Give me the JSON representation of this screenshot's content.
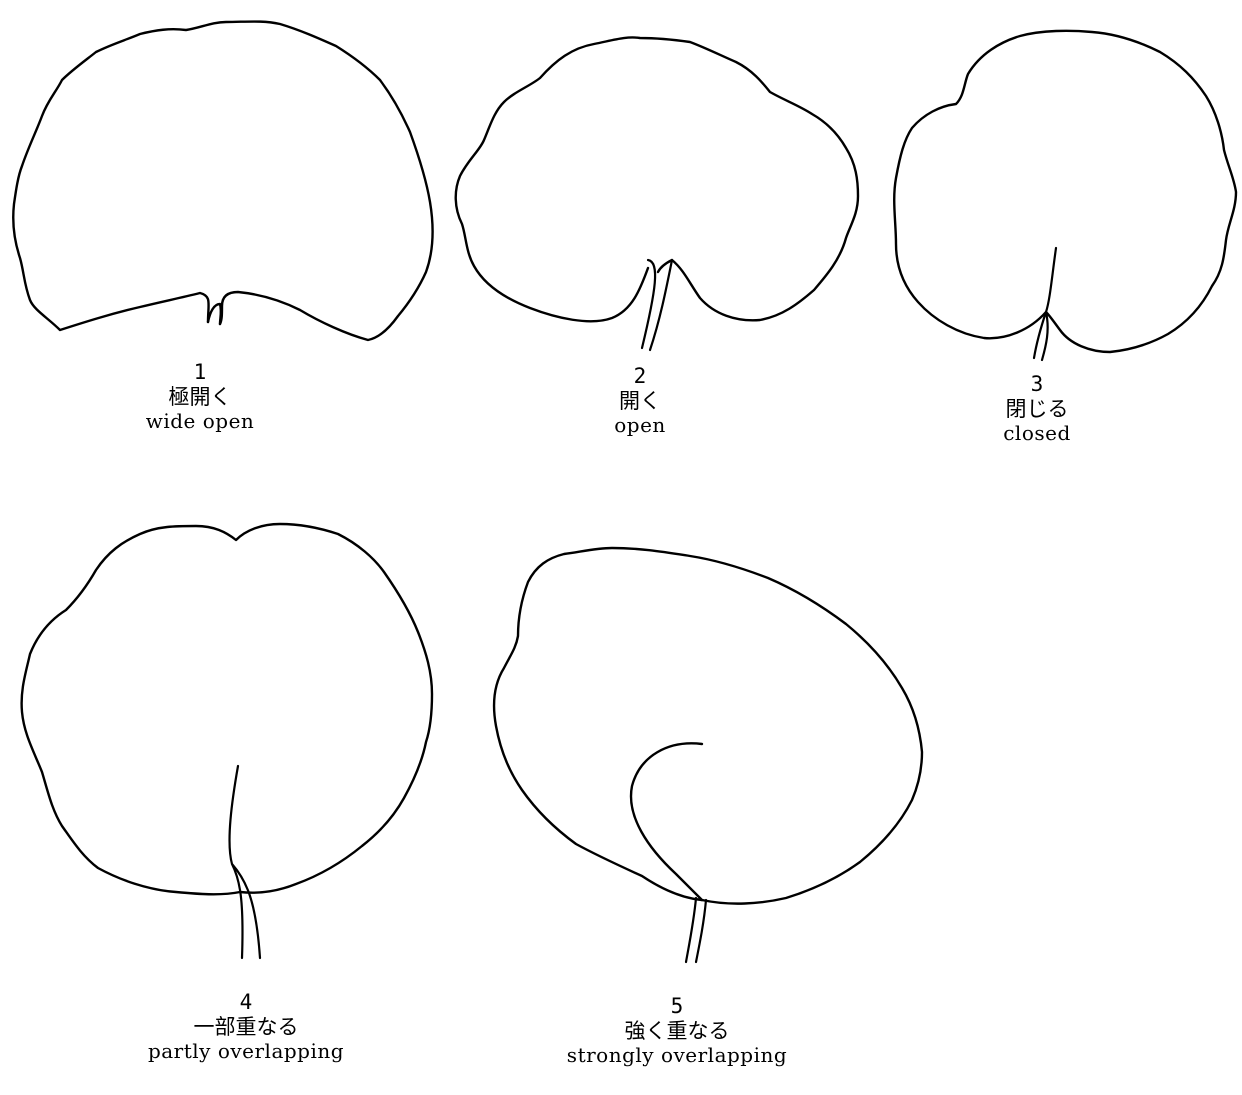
{
  "figure": {
    "items": [
      {
        "number": "1",
        "japanese": "極開く",
        "english": "wide open"
      },
      {
        "number": "2",
        "japanese": "開く",
        "english": "open"
      },
      {
        "number": "3",
        "japanese": "閉じる",
        "english": "closed"
      },
      {
        "number": "4",
        "japanese": "一部重なる",
        "english": "partly overlapping"
      },
      {
        "number": "5",
        "japanese": "強く重なる",
        "english": "strongly overlapping"
      }
    ]
  }
}
